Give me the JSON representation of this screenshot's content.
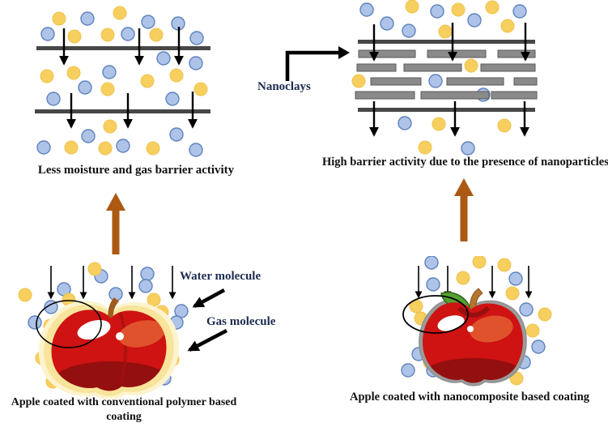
{
  "figure": {
    "top_left": {
      "caption": "Less moisture and gas barrier activity"
    },
    "top_right": {
      "caption": "High barrier activity due to the presence of nanoparticles",
      "pointer_label": "Nanoclays"
    },
    "bottom_left": {
      "caption": "Apple coated with conventional polymer based coating",
      "annotations": [
        {
          "label": "Water molecule"
        },
        {
          "label": "Gas molecule"
        }
      ]
    },
    "bottom_right": {
      "caption": "Apple coated with nanocomposite based coating"
    }
  },
  "legend_colors": {
    "water_molecule": "#aec3e8",
    "gas_molecule": "#f7cf5f",
    "polymer_film": "#474747",
    "nanoclay_platelet": "#8a8a8a",
    "transition_arrow": "#ab5913",
    "label_navy": "#1c2b50",
    "apple_red": "#ce1312",
    "conventional_coating_glow": "#f8e49a",
    "nanocomposite_coating_gray": "#9a9a9a"
  }
}
